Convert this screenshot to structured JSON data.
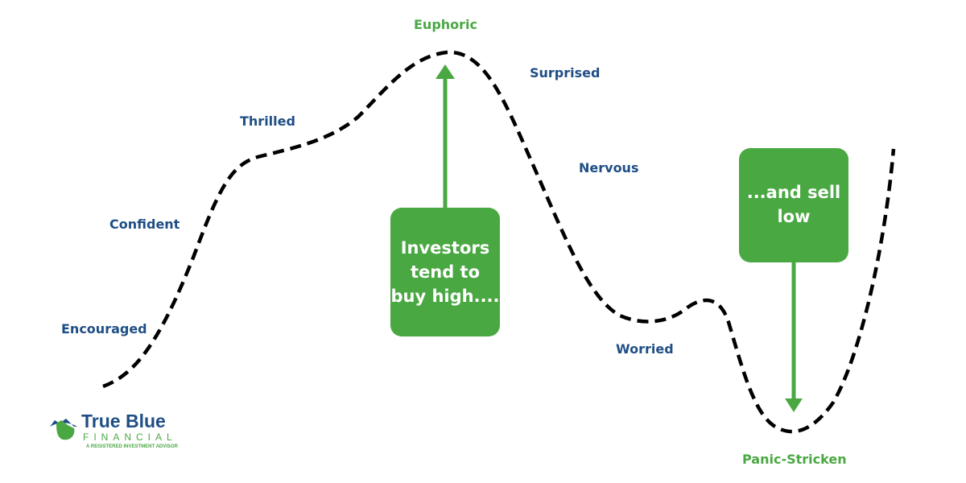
{
  "labels": {
    "encouraged": "Encouraged",
    "confident": "Confident",
    "thrilled": "Thrilled",
    "euphoric": "Euphoric",
    "surprised": "Surprised",
    "nervous": "Nervous",
    "worried": "Worried",
    "panic": "Panic-Stricken"
  },
  "boxes": {
    "buy_high": "Investors tend to buy high....",
    "sell_low": "...and sell low"
  },
  "logo": {
    "name": "True Blue",
    "sub": "FINANCIAL",
    "tagline": "A REGISTERED INVESTMENT ADVISOR"
  },
  "colors": {
    "green": "#4aa843",
    "blue": "#1f4e85"
  }
}
